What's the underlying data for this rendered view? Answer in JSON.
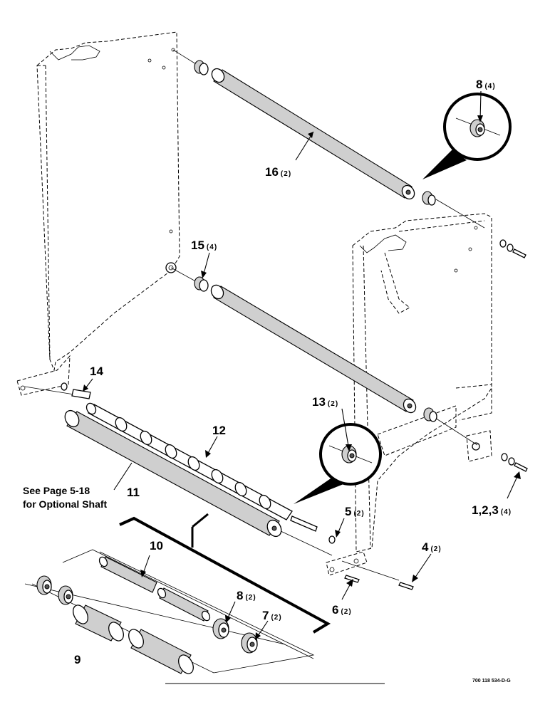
{
  "callouts": {
    "c16": {
      "num": "16",
      "qty": "(2)"
    },
    "c8_top": {
      "num": "8",
      "qty": "(4)"
    },
    "c15": {
      "num": "15",
      "qty": "(4)"
    },
    "c14": {
      "num": "14",
      "qty": ""
    },
    "c13": {
      "num": "13",
      "qty": "(2)"
    },
    "c12": {
      "num": "12",
      "qty": ""
    },
    "c11": {
      "num": "11",
      "qty": ""
    },
    "c5": {
      "num": "5",
      "qty": "(2)"
    },
    "c123": {
      "num": "1,2,3",
      "qty": "(4)"
    },
    "c4": {
      "num": "4",
      "qty": "(2)"
    },
    "c10": {
      "num": "10",
      "qty": ""
    },
    "c8_low": {
      "num": "8",
      "qty": "(2)"
    },
    "c6": {
      "num": "6",
      "qty": "(2)"
    },
    "c7": {
      "num": "7",
      "qty": "(2)"
    },
    "c9": {
      "num": "9",
      "qty": ""
    }
  },
  "note": {
    "line1": "See Page 5-18",
    "line2": "for Optional Shaft"
  },
  "drawing_code": "700 118 534-D-G"
}
